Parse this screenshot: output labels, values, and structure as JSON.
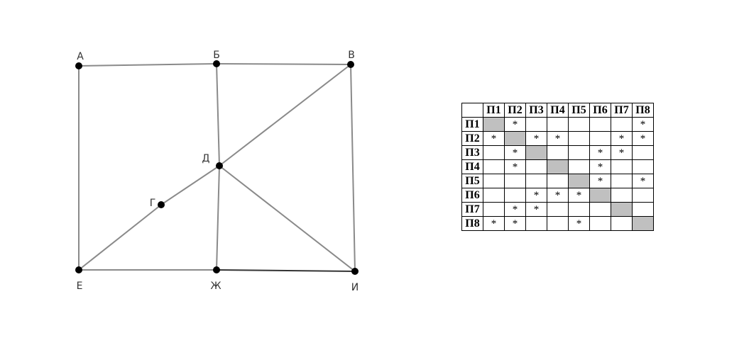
{
  "graph": {
    "vertices": [
      {
        "id": "A",
        "label": "А"
      },
      {
        "id": "B",
        "label": "Б"
      },
      {
        "id": "V",
        "label": "В"
      },
      {
        "id": "G",
        "label": "Г"
      },
      {
        "id": "D",
        "label": "Д"
      },
      {
        "id": "E",
        "label": "Е"
      },
      {
        "id": "ZH",
        "label": "Ж"
      },
      {
        "id": "I",
        "label": "И"
      }
    ],
    "edges": [
      [
        "A",
        "B"
      ],
      [
        "B",
        "V"
      ],
      [
        "A",
        "E"
      ],
      [
        "B",
        "D"
      ],
      [
        "V",
        "D"
      ],
      [
        "V",
        "I"
      ],
      [
        "D",
        "G"
      ],
      [
        "G",
        "E"
      ],
      [
        "D",
        "ZH"
      ],
      [
        "D",
        "I"
      ],
      [
        "E",
        "ZH"
      ],
      [
        "ZH",
        "I"
      ]
    ],
    "colors": {
      "edge": "#8a8a8a",
      "node": "#000000"
    }
  },
  "matrix": {
    "headers": [
      "П1",
      "П2",
      "П3",
      "П4",
      "П5",
      "П6",
      "П7",
      "П8"
    ],
    "rows": [
      [
        "",
        "*",
        "",
        "",
        "",
        "",
        "",
        "*"
      ],
      [
        "*",
        "",
        "*",
        "*",
        "",
        "",
        "*",
        "*"
      ],
      [
        "",
        "*",
        "",
        "",
        "",
        "*",
        "*",
        ""
      ],
      [
        "",
        "*",
        "",
        "",
        "",
        "*",
        "",
        ""
      ],
      [
        "",
        "",
        "",
        "",
        "",
        "*",
        "",
        "*"
      ],
      [
        "",
        "",
        "*",
        "*",
        "*",
        "",
        "",
        ""
      ],
      [
        "",
        "*",
        "*",
        "",
        "",
        "",
        "",
        ""
      ],
      [
        "*",
        "*",
        "",
        "",
        "*",
        "",
        "",
        ""
      ]
    ],
    "diagonal_color": "#c0c0c0"
  }
}
